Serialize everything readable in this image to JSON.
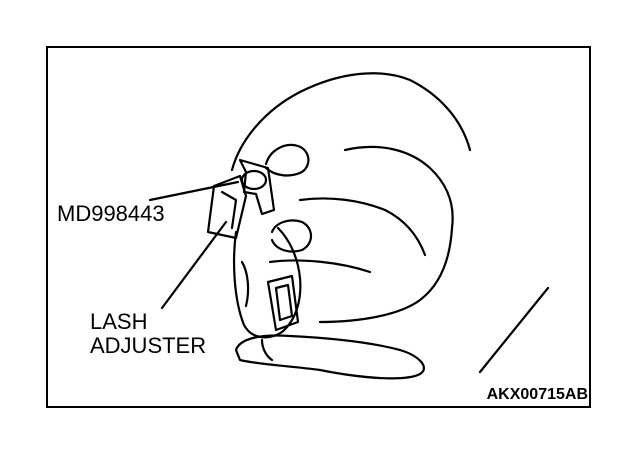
{
  "labels": {
    "tool": "MD998443",
    "lash_line1": "LASH",
    "lash_line2": "ADJUSTER",
    "figure_code": "AKX00715AB"
  }
}
